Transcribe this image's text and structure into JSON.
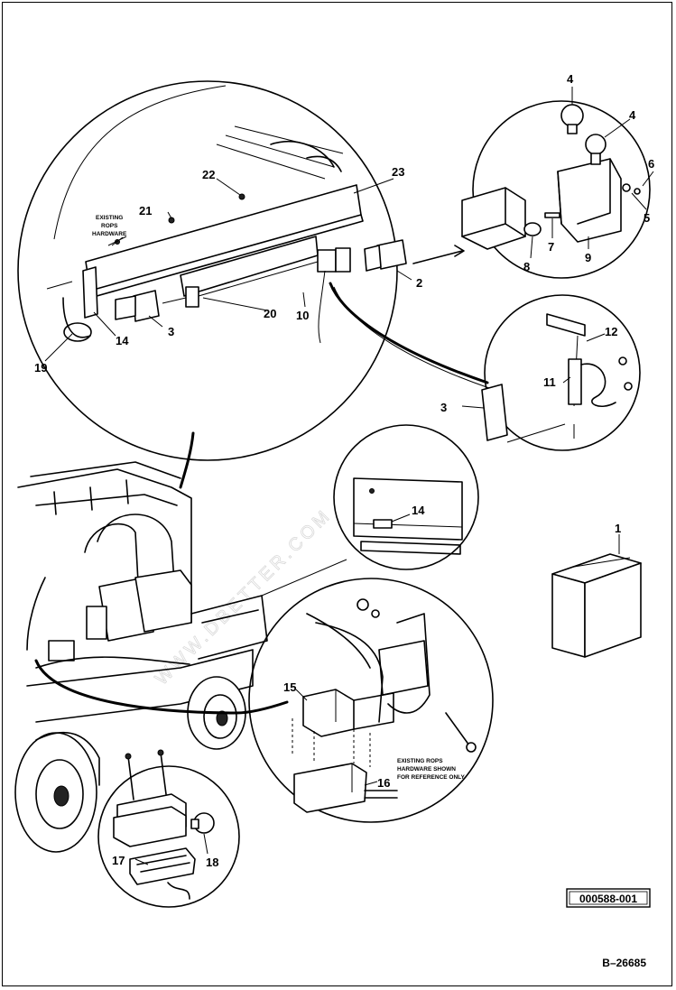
{
  "diagram": {
    "callouts": {
      "c1": "1",
      "c2": "2",
      "c3a": "3",
      "c3b": "3",
      "c4a": "4",
      "c4b": "4",
      "c5": "5",
      "c6": "6",
      "c7": "7",
      "c8": "8",
      "c9": "9",
      "c10": "10",
      "c11": "11",
      "c12": "12",
      "c14a": "14",
      "c14b": "14",
      "c15": "15",
      "c16": "16",
      "c17": "17",
      "c18": "18",
      "c19": "19",
      "c20": "20",
      "c21": "21",
      "c22": "22",
      "c23": "23"
    },
    "notes": {
      "rops_top_l1": "EXISTING",
      "rops_top_l2": "ROPS",
      "rops_top_l3": "HARDWARE",
      "rops_bottom_l1": "EXISTING ROPS",
      "rops_bottom_l2": "HARDWARE SHOWN",
      "rops_bottom_l3": "FOR REFERENCE ONLY"
    },
    "figure_code": "000588-001",
    "page_ref": "B–26685"
  }
}
